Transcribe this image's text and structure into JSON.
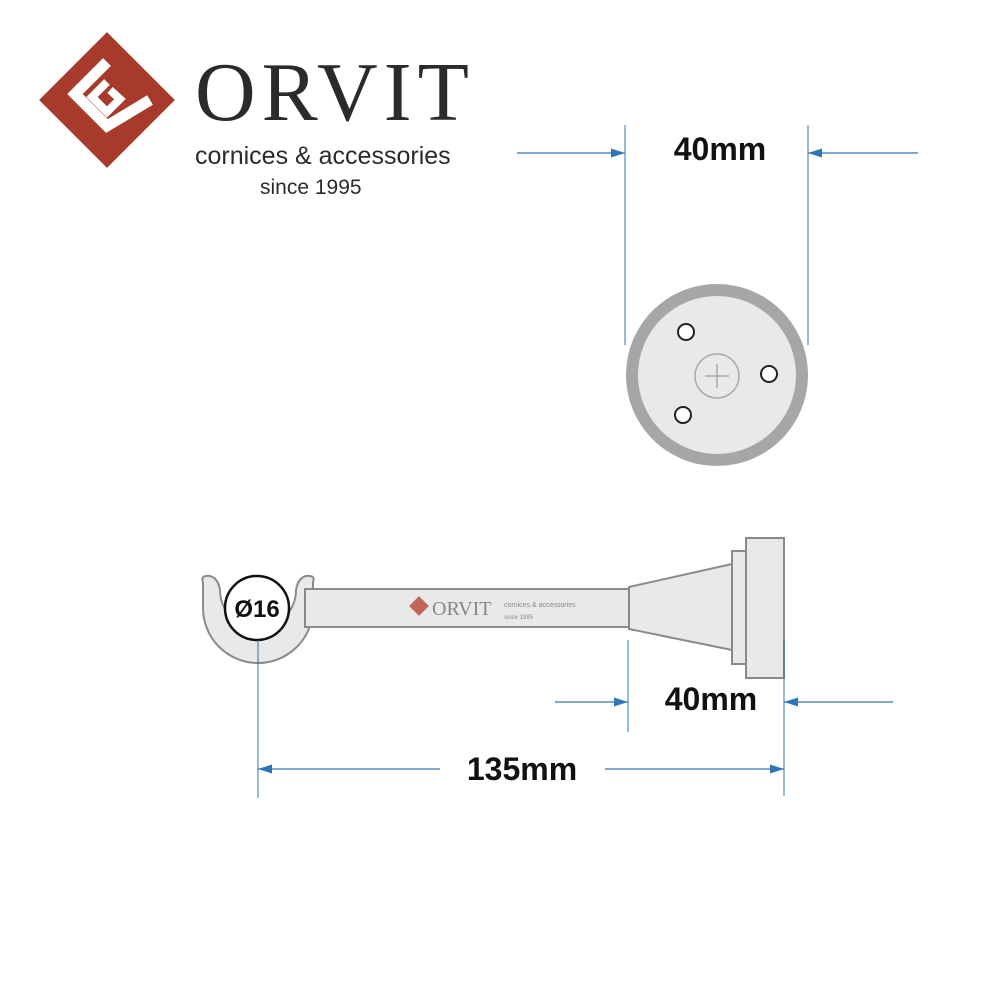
{
  "logo": {
    "brand": "ORVIT",
    "tagline": "cornices & accessories",
    "since": "since 1995",
    "brand_color": "#a83a2b",
    "text_color": "#2b2b2b"
  },
  "dimensions": {
    "top_view_width": "40mm",
    "side_base_length": "40mm",
    "total_length": "135mm",
    "rod_diameter": "Ø16"
  },
  "colors": {
    "dimension_line": "#2e75b6",
    "part_fill": "#e8e9e9",
    "part_stroke": "#8a8a8a",
    "ring_outer": "#a6a6a6"
  },
  "watermark": {
    "brand": "ORVIT",
    "tagline": "cornices & accessories",
    "since": "since 1995"
  }
}
